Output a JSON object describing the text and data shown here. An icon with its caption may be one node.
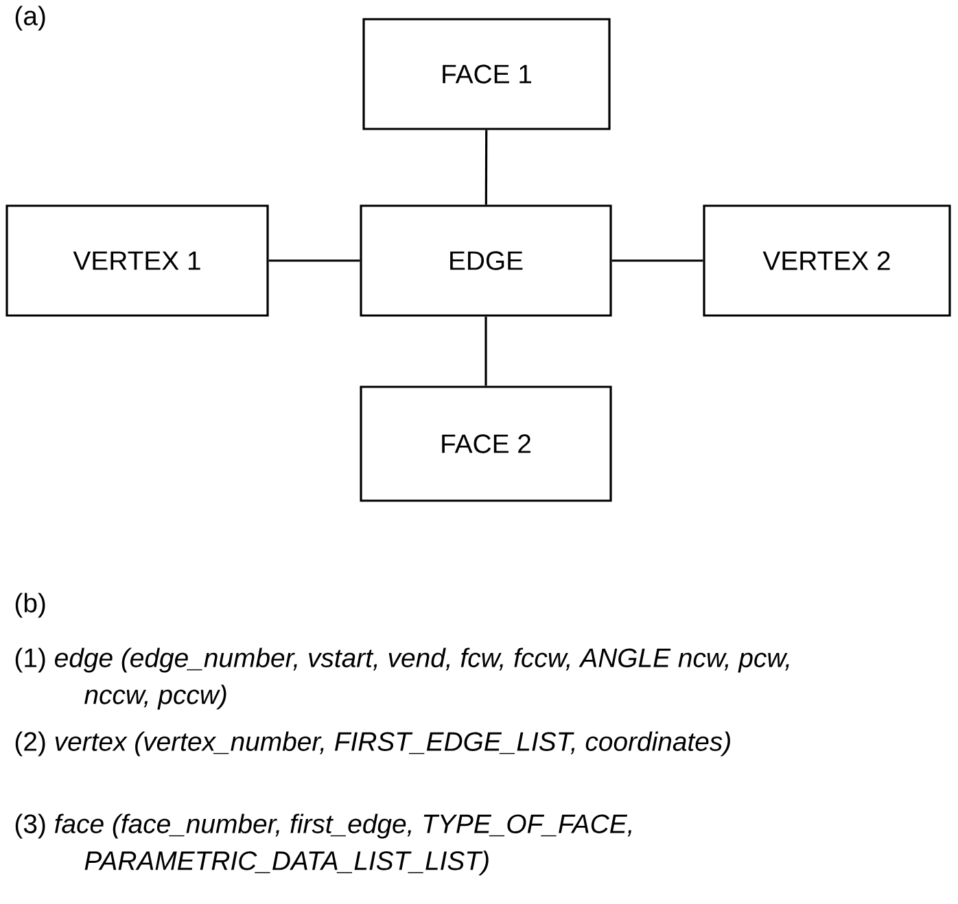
{
  "diagram": {
    "nodes": [
      {
        "text": [
          "FACE 1"
        ]
      },
      {
        "text": [
          "VERTEX 1"
        ]
      },
      {
        "text": [
          "EDGE"
        ]
      },
      {
        "text": [
          "VERTEX 2"
        ]
      },
      {
        "text": [
          "FACE 2"
        ]
      }
    ],
    "edges": [
      {
        "from": 2,
        "to": 0,
        "arrow": "none"
      },
      {
        "from": 1,
        "to": 2,
        "arrow": "none"
      },
      {
        "from": 2,
        "to": 3,
        "arrow": "none"
      },
      {
        "from": 2,
        "to": 4,
        "arrow": "none"
      }
    ],
    "labels": [
      "(a)",
      "(b)",
      "(1) *edge (edge_number, vstart, vend, fcw, fccw, ANGLE ncw, pcw, nccw, pccw)*",
      "(2) *vertex (vertex_number, FIRST_EDGE_LIST, coordinates)*",
      "(3) *face (face_number, first_edge, TYPE_OF_FACE, PARAMETRIC_DATA_LIST_LIST)*"
    ]
  }
}
